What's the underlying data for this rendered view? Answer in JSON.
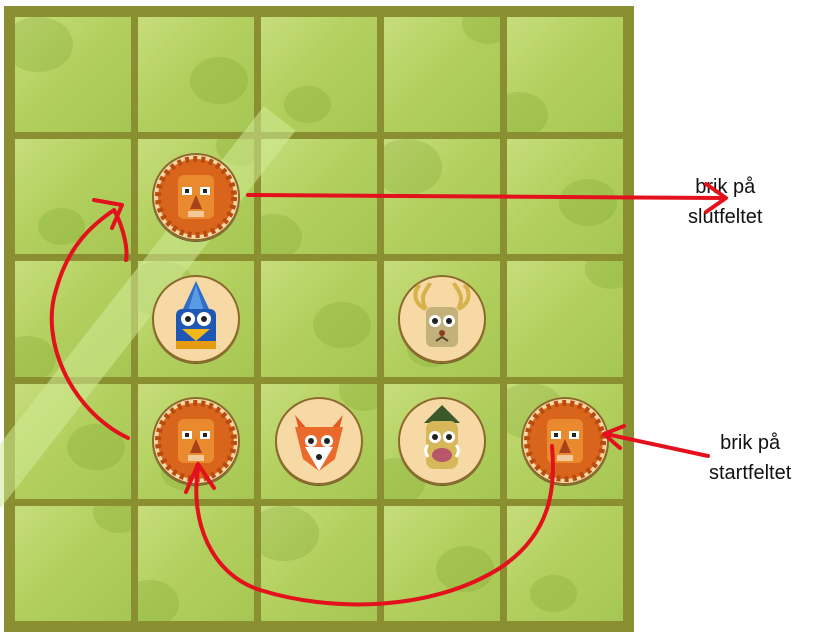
{
  "board": {
    "rows": 5,
    "cols": 5,
    "pieces": [
      {
        "animal": "lion",
        "row": 1,
        "col": 1
      },
      {
        "animal": "bird",
        "row": 2,
        "col": 1
      },
      {
        "animal": "elk",
        "row": 2,
        "col": 3
      },
      {
        "animal": "lion",
        "row": 3,
        "col": 1
      },
      {
        "animal": "fox",
        "row": 3,
        "col": 2
      },
      {
        "animal": "boar",
        "row": 3,
        "col": 3
      },
      {
        "animal": "lion",
        "row": 3,
        "col": 4
      }
    ]
  },
  "labels": {
    "end_line1": "brik på",
    "end_line2": "slutfeltet",
    "start_line1": "brik på",
    "start_line2": "startfeltet"
  },
  "colors": {
    "arrow": "#e3111b",
    "board_frame": "#8a8f32",
    "cell_green": "#b3d05f",
    "piece_bg": "#f7d9a6"
  }
}
